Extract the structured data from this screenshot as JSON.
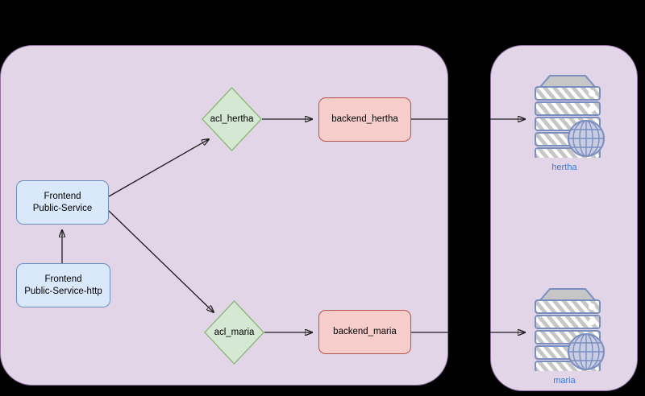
{
  "diagram": {
    "title": "HAProxy frontend/backend routing diagram",
    "colors": {
      "container_fill": "#e1d5e7",
      "container_border": "#9673a6",
      "frontend_fill": "#dae8fc",
      "frontend_border": "#6c8ebf",
      "acl_fill": "#d5e8d4",
      "acl_border": "#82b366",
      "backend_fill": "#f8cecc",
      "backend_border": "#b85450",
      "server_label": "#3b78d8",
      "edge": "#1f1f1f",
      "canvas": "#000000"
    },
    "containers": [
      {
        "name": "proxy-container",
        "label": ""
      },
      {
        "name": "servers-container",
        "label": ""
      }
    ],
    "frontends": [
      {
        "id": "frontend-public-service",
        "line1": "Frontend",
        "line2": "Public-Service"
      },
      {
        "id": "frontend-public-service-http",
        "line1": "Frontend",
        "line2": "Public-Service-http"
      }
    ],
    "acls": [
      {
        "id": "acl-hertha",
        "label": "acl_hertha"
      },
      {
        "id": "acl-maria",
        "label": "acl_maria"
      }
    ],
    "backends": [
      {
        "id": "backend-hertha",
        "label": "backend_hertha"
      },
      {
        "id": "backend-maria",
        "label": "backend_maria"
      }
    ],
    "servers": [
      {
        "id": "server-hertha",
        "label": "hertha",
        "icon": "server-globe-icon"
      },
      {
        "id": "server-maria",
        "label": "maria",
        "icon": "server-globe-icon"
      }
    ],
    "edges": [
      {
        "from": "frontend-public-service-http",
        "to": "frontend-public-service",
        "label": ""
      },
      {
        "from": "frontend-public-service",
        "to": "acl-hertha",
        "label": ""
      },
      {
        "from": "frontend-public-service",
        "to": "acl-maria",
        "label": ""
      },
      {
        "from": "acl-hertha",
        "to": "backend-hertha",
        "label": ""
      },
      {
        "from": "acl-maria",
        "to": "backend-maria",
        "label": ""
      },
      {
        "from": "backend-hertha",
        "to": "server-hertha",
        "label": ""
      },
      {
        "from": "backend-maria",
        "to": "server-maria",
        "label": ""
      }
    ]
  }
}
